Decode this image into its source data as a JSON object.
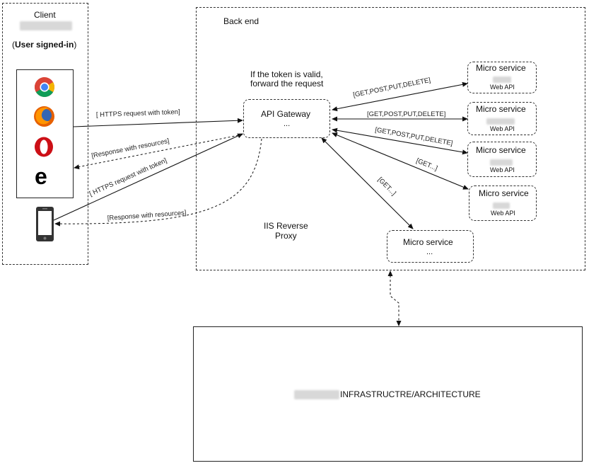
{
  "client": {
    "title": "Client",
    "signed_in": "User signed-in"
  },
  "backend": {
    "title": "Back end"
  },
  "gateway": {
    "note_line1": "If the token is valid,",
    "note_line2": "forward the request",
    "title": "API Gateway",
    "ellipsis": "..."
  },
  "iis": {
    "line1": "IIS Reverse",
    "line2": "Proxy"
  },
  "microservices": [
    {
      "title": "Micro service",
      "subtitle": "Web API"
    },
    {
      "title": "Micro service",
      "subtitle": "Web API"
    },
    {
      "title": "Micro service",
      "subtitle": "Web API"
    },
    {
      "title": "Micro service",
      "subtitle": "Web API"
    },
    {
      "title": "Micro service",
      "subtitle": "..."
    }
  ],
  "edges": {
    "https_request": "[ HTTPS request with token]",
    "response": "[Response with resources]",
    "https_request_mobile": "[ HTTPS request with token]",
    "response_mobile": "[Response with  resources]",
    "crud1": "[GET,POST,PUT,DELETE]",
    "crud2": "[GET,POST,PUT,DELETE]",
    "crud3": "[GET,POST,PUT,DELETE]",
    "get4": "[GET...]",
    "get5": "[GET...]"
  },
  "infra": {
    "title": "INFRASTRUCTRE/ARCHITECTURE"
  },
  "icons": [
    "chrome-icon",
    "firefox-icon",
    "opera-icon",
    "edge-icon",
    "mobile-phone-icon"
  ]
}
